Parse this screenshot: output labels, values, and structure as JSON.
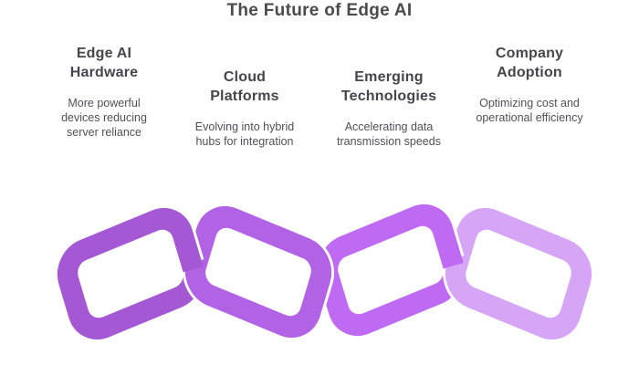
{
  "title": "The Future of Edge AI",
  "columns": [
    {
      "heading": "Edge AI Hardware",
      "description": "More powerful devices reducing server reliance"
    },
    {
      "heading": "Cloud Platforms",
      "description": "Evolving into hybrid hubs for integration"
    },
    {
      "heading": "Emerging Technologies",
      "description": "Accelerating data transmission speeds"
    },
    {
      "heading": "Company Adoption",
      "description": "Optimizing cost and operational efficiency"
    }
  ],
  "chain": {
    "outline_color": "#ffffff",
    "links": [
      {
        "name": "chain-link-1",
        "color": "#a558d4"
      },
      {
        "name": "chain-link-2",
        "color": "#b262e4"
      },
      {
        "name": "chain-link-3",
        "color": "#bf6af2"
      },
      {
        "name": "chain-link-4",
        "color": "#d7a5f6"
      }
    ]
  }
}
